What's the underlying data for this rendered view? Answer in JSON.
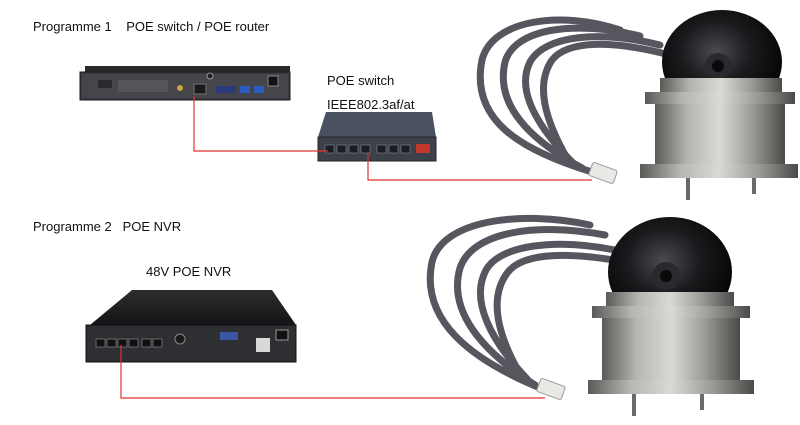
{
  "programme1": {
    "title": "Programme 1    POE switch / POE router",
    "switch_label": "POE switch",
    "switch_standard": "IEEE802.3af/at"
  },
  "programme2": {
    "title": "Programme 2   POE NVR",
    "nvr_label": "48V POE NVR"
  },
  "colors": {
    "cable": "#e0322f",
    "device_dark": "#1c1c1e",
    "device_panel": "#3a3b40",
    "camera_steel": "#9a9a98",
    "camera_dome": "#101012",
    "switch_body": "#3b4049",
    "cable_coil": "#55565c"
  }
}
